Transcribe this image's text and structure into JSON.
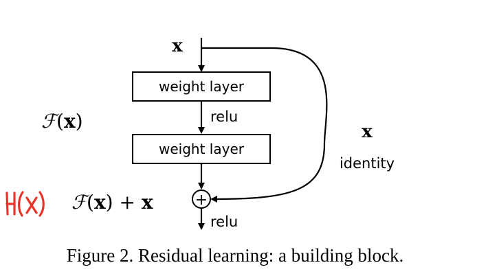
{
  "input_label": "x",
  "layers": [
    {
      "label": "weight layer"
    },
    {
      "label": "weight layer"
    }
  ],
  "relu_labels": [
    "relu",
    "relu"
  ],
  "residual_function": {
    "symbol": "ℱ",
    "open_paren": "(",
    "var": "x",
    "close_paren": ")"
  },
  "output_expression": {
    "symbol": "ℱ",
    "open_paren": "(",
    "var": "x",
    "close_paren": ")",
    "plus": " + ",
    "var2": "x"
  },
  "identity": {
    "var": "x",
    "label": "identity"
  },
  "handwritten_note": "H(x)",
  "add_symbol": "+",
  "caption": "Figure 2. Residual learning: a building block.",
  "colors": {
    "ink": "#000000",
    "handwriting": "#e8342a"
  }
}
